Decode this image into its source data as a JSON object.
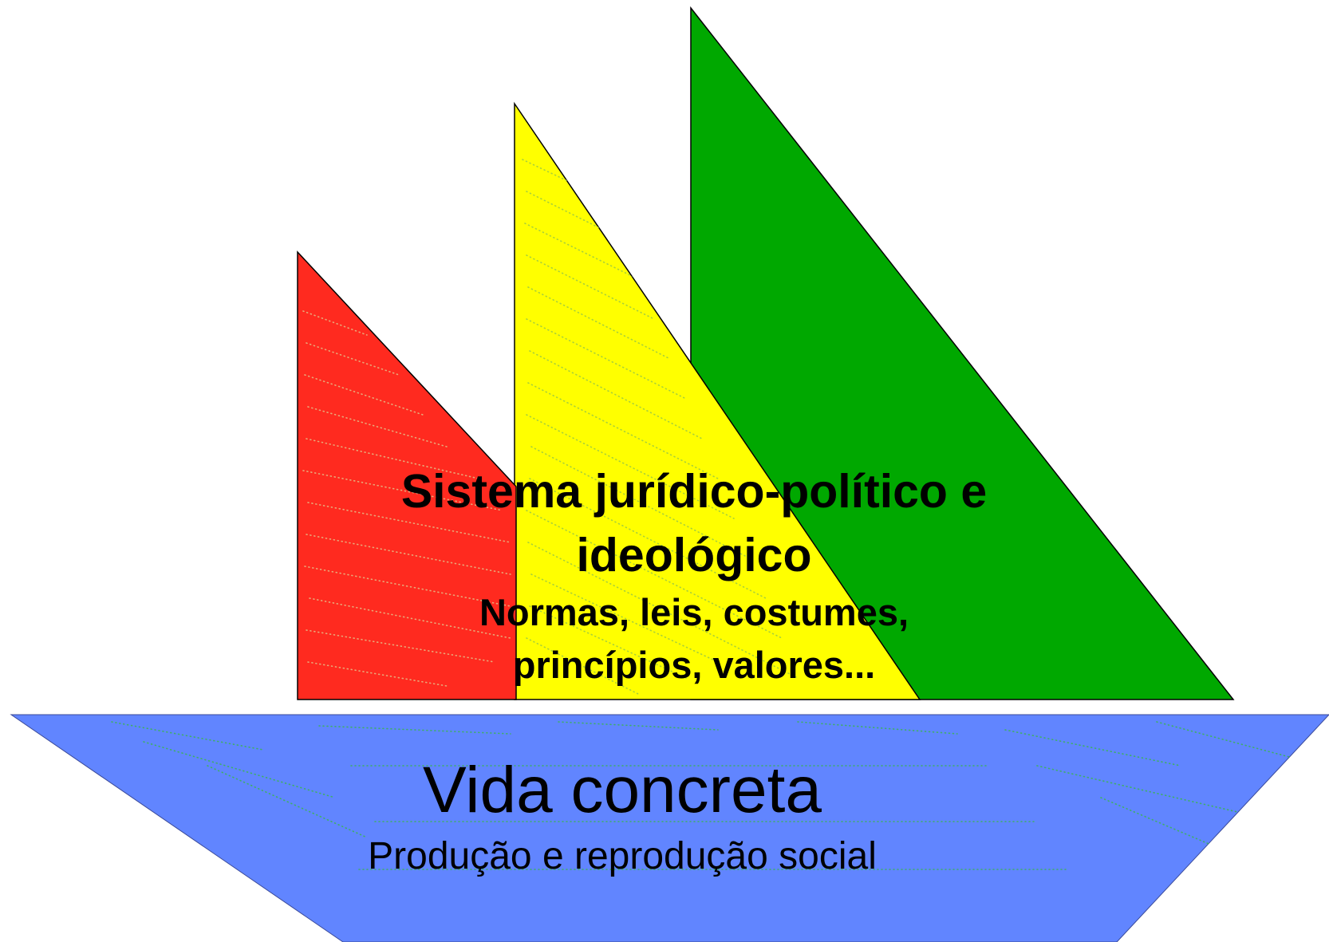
{
  "sails": {
    "line1": "Sistema jurídico-político e",
    "line2": "ideológico",
    "line3": "Normas, leis, costumes,",
    "line4": "princípios, valores...",
    "colors": {
      "left": "#ff2a1f",
      "middle": "#ffff00",
      "right": "#00a800"
    }
  },
  "hull": {
    "title": "Vida concreta",
    "subtitle": "Produção e reprodução social",
    "color": "#6185ff"
  }
}
